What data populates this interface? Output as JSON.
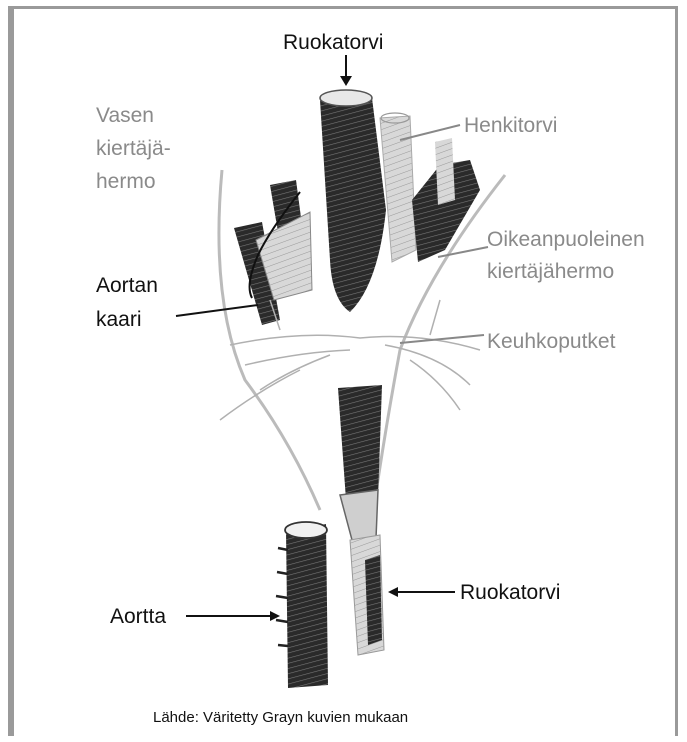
{
  "labels": {
    "esophagus_top": "Ruokatorvi",
    "trachea": "Henkitorvi",
    "left_vagus_1": "Vasen",
    "left_vagus_2": "kiertäjä-",
    "left_vagus_3": "hermo",
    "right_vagus_1": "Oikeanpuoleinen",
    "right_vagus_2": "kiertäjähermo",
    "aortic_arch_1": "Aortan",
    "aortic_arch_2": "kaari",
    "bronchi": "Keuhkoputket",
    "aorta": "Aortta",
    "esophagus_bottom": "Ruokatorvi"
  },
  "source": "Lähde: Väritetty Grayn kuvien mukaan"
}
